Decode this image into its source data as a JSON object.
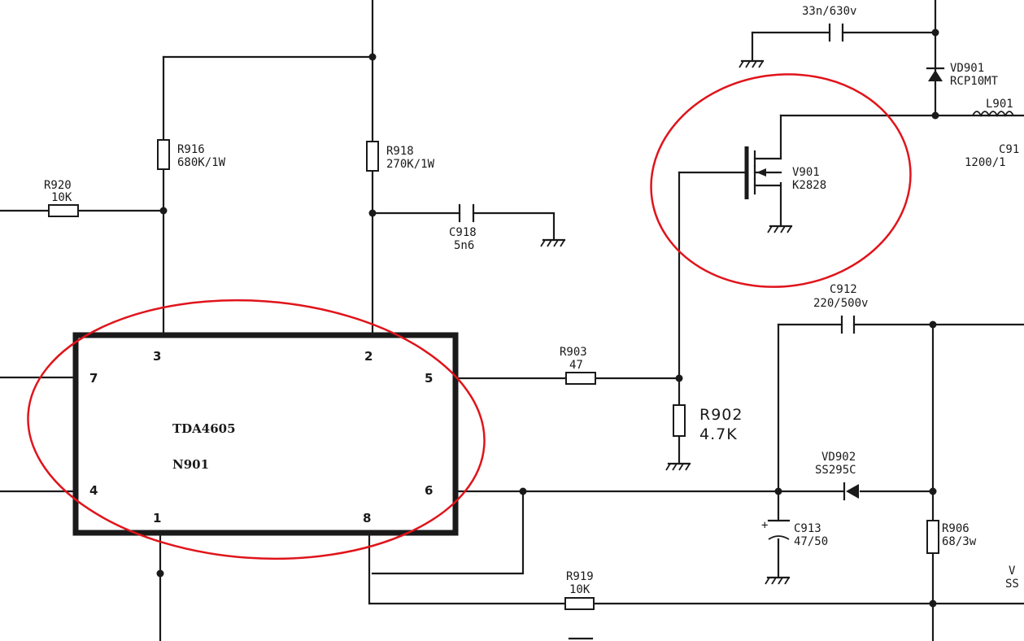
{
  "ic": {
    "part": "TDA4605",
    "ref": "N901",
    "pins": {
      "p1": "1",
      "p2": "2",
      "p3": "3",
      "p4": "4",
      "p5": "5",
      "p6": "6",
      "p7": "7",
      "p8": "8"
    }
  },
  "components": {
    "r920": {
      "ref": "R920",
      "value": "10K"
    },
    "r916": {
      "ref": "R916",
      "value": "680K/1W"
    },
    "r918": {
      "ref": "R918",
      "value": "270K/1W"
    },
    "c918": {
      "ref": "C918",
      "value": "5n6"
    },
    "r903": {
      "ref": "R903",
      "value": "47"
    },
    "r902": {
      "ref": "R902",
      "value": "4.7K"
    },
    "r919": {
      "ref": "R919",
      "value": "10K"
    },
    "v901": {
      "ref": "V901",
      "value": "K2828"
    },
    "c911": {
      "value": "33n/630v"
    },
    "vd901": {
      "ref": "VD901",
      "value": "RCP10MT"
    },
    "l901": {
      "ref": "L901"
    },
    "c91x": {
      "ref": "C91",
      "value": "1200/1"
    },
    "c912": {
      "ref": "C912",
      "value": "220/500v"
    },
    "vd902": {
      "ref": "VD902",
      "value": "SS295C"
    },
    "c913": {
      "ref": "C913",
      "value": "47/50"
    },
    "r906": {
      "ref": "R906",
      "value": "68/3w"
    },
    "vcut": {
      "ref": "V",
      "value": "SS"
    }
  },
  "highlights": {
    "color": "#e0141b"
  }
}
